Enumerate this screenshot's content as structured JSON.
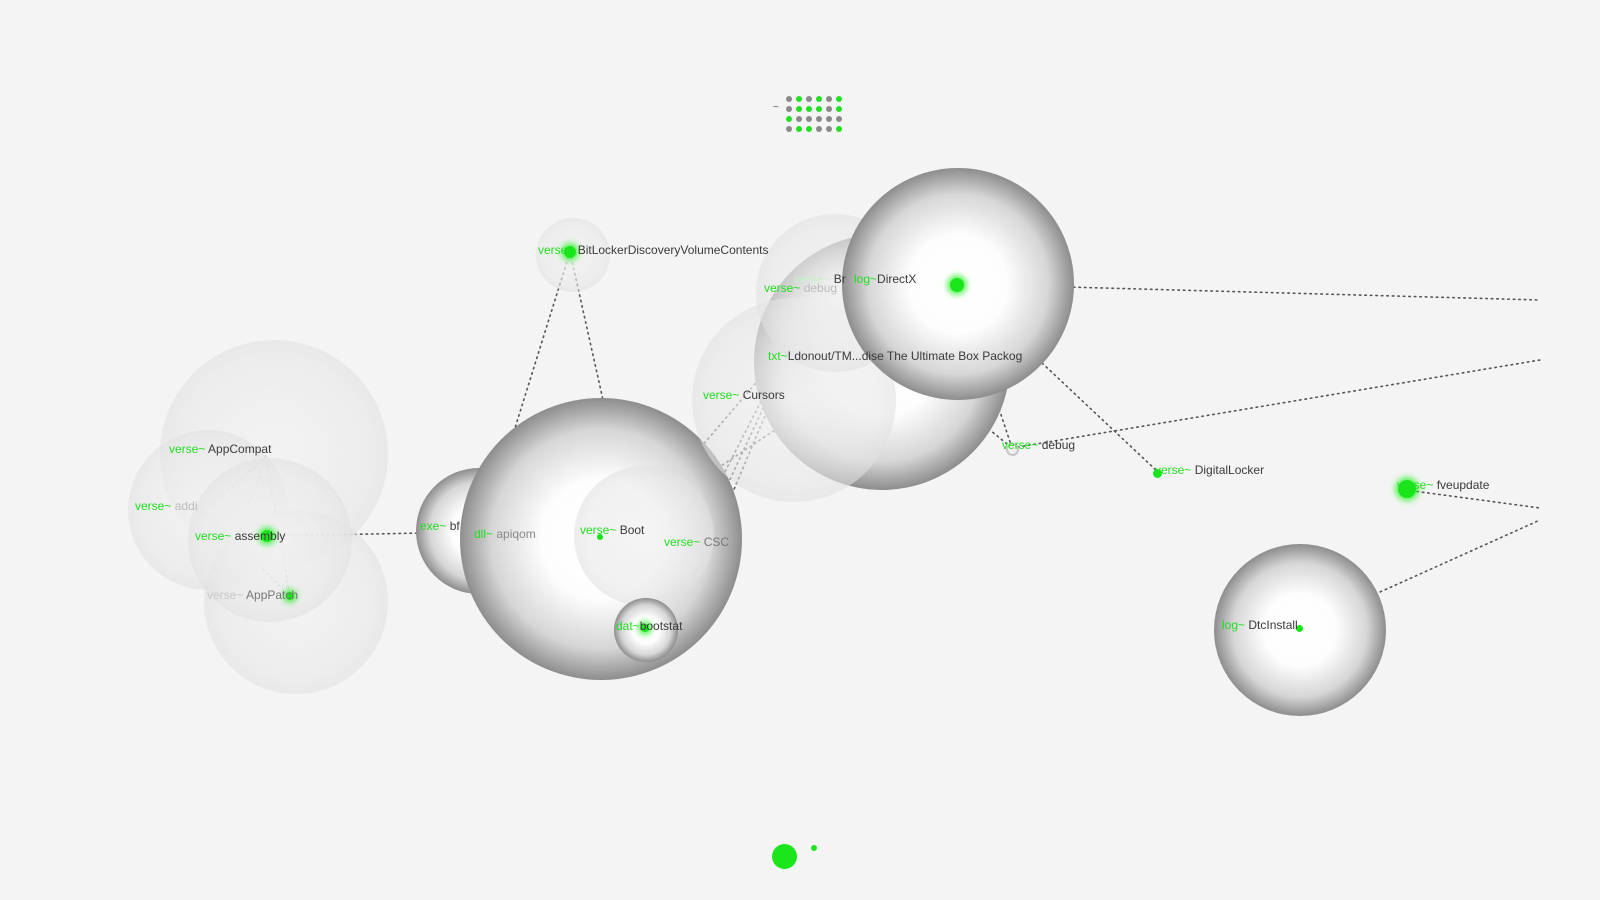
{
  "colors": {
    "background": "#f4f4f4",
    "extension_green": "#22dd22",
    "node_dot_green": "#19e619",
    "link_line": "#555555",
    "dark_orb_edge": "#000000",
    "light_orb": "#e0e0e0"
  },
  "legend_widget": {
    "tilde": "~",
    "rows": [
      [
        0,
        1,
        0,
        1,
        0,
        1
      ],
      [
        0,
        1,
        1,
        1,
        0,
        1
      ],
      [
        1,
        0,
        0,
        0,
        0,
        0
      ],
      [
        0,
        1,
        1,
        0,
        0,
        1
      ]
    ]
  },
  "nodes": [
    {
      "id": "appcompat",
      "ext": "verse~",
      "name": "AppCompat",
      "orb": "light"
    },
    {
      "id": "addins",
      "ext": "verse~",
      "name": "addi",
      "orb": "light"
    },
    {
      "id": "assembly",
      "ext": "verse~",
      "name": "assembly",
      "orb": "light"
    },
    {
      "id": "apppatch",
      "ext": "verse~",
      "name": "AppPatch",
      "orb": "light"
    },
    {
      "id": "bfsvc",
      "ext": "exe~",
      "name": "bf",
      "orb": "dark"
    },
    {
      "id": "bitlocker",
      "ext": "verse~",
      "name": "BitLockerDiscoveryVolumeContents",
      "orb": "light"
    },
    {
      "id": "apiqom",
      "ext": "dll~",
      "name": "apiqom",
      "orb": "dark"
    },
    {
      "id": "boot",
      "ext": "verse~",
      "name": "Boot",
      "orb": "light"
    },
    {
      "id": "csc",
      "ext": "verse~",
      "name": "CSC",
      "orb": "none"
    },
    {
      "id": "bootstat",
      "ext": "dat~",
      "name": "bootstat",
      "orb": "dark"
    },
    {
      "id": "cursors",
      "ext": "verse~",
      "name": "Cursors",
      "orb": "light"
    },
    {
      "id": "dotnet",
      "ext": "txt~",
      "name": "Ldonout/TM...dise The Ultimate Box Pack",
      "suffix": "og",
      "orb": "dark"
    },
    {
      "id": "brand",
      "ext": "verse~",
      "name": "Br",
      "orb": "light"
    },
    {
      "id": "debugnear",
      "ext": "verse~",
      "name": "debug",
      "orb": "light"
    },
    {
      "id": "directx",
      "ext": "log~",
      "name": "DirectX",
      "orb": "dark"
    },
    {
      "id": "debug",
      "ext": "verse~",
      "name": "debug",
      "orb": "none"
    },
    {
      "id": "digitallocker",
      "ext": "verse~",
      "name": "DigitalLocker",
      "orb": "none"
    },
    {
      "id": "fveupdate",
      "ext": "verse~",
      "name": "fveupdate",
      "orb": "none"
    },
    {
      "id": "dtcinstall",
      "ext": "log~",
      "name": "DtcInstall",
      "orb": "dark"
    }
  ]
}
